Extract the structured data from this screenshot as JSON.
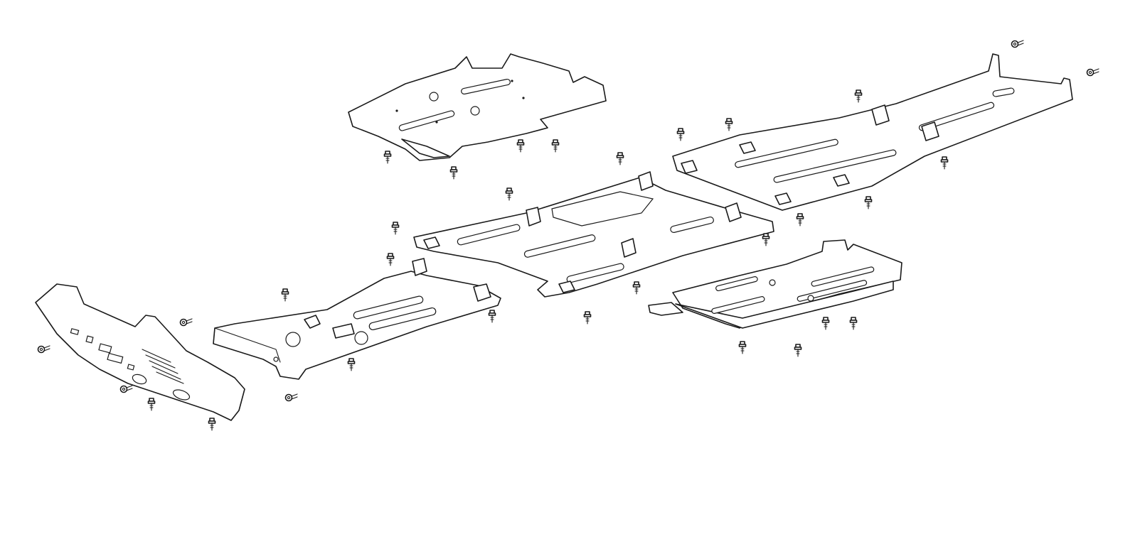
{
  "diagram": {
    "kind": "exploded-view line drawing",
    "colors": {
      "background": "#ffffff",
      "stroke": "#1a1a1a"
    },
    "parts": [
      {
        "id": "front-bumper-guard",
        "icon": "skid-plate-front"
      },
      {
        "id": "front-frame-plate",
        "icon": "skid-plate"
      },
      {
        "id": "upper-center-plate",
        "icon": "skid-plate"
      },
      {
        "id": "center-frame-plate",
        "icon": "skid-plate"
      },
      {
        "id": "rear-frame-plate",
        "icon": "skid-plate"
      },
      {
        "id": "right-footwell-plate",
        "icon": "skid-plate"
      }
    ],
    "fastener_count": 32
  }
}
